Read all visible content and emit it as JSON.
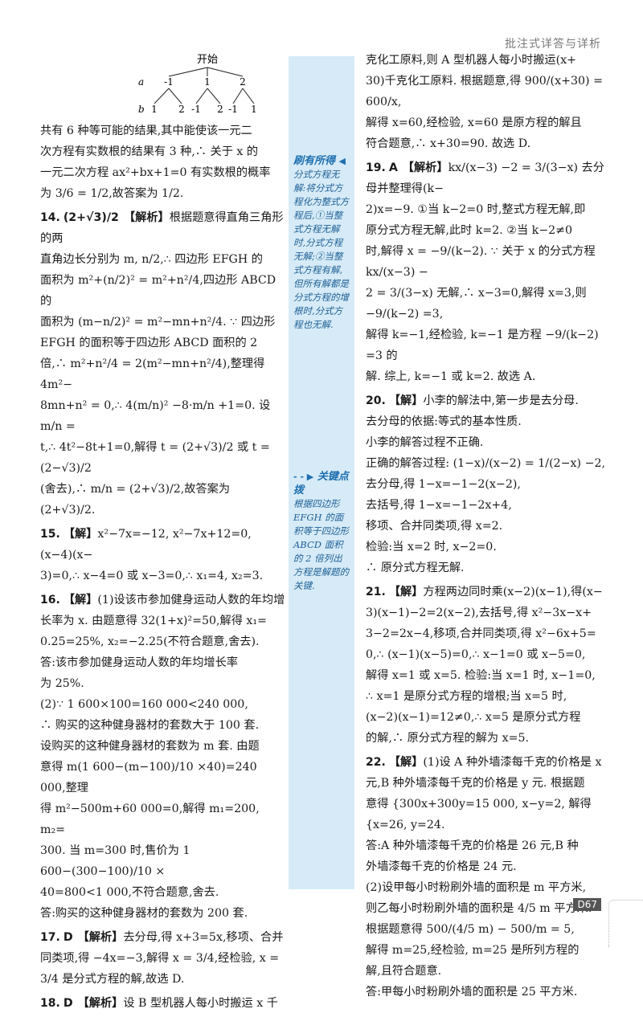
{
  "header": {
    "title": "批注式详答与详析"
  },
  "page_number": "D67",
  "tree": {
    "root": "开始",
    "row_a_label": "a",
    "row_b_label": "b",
    "a_values": [
      "-1",
      "1",
      "2"
    ],
    "b_values": [
      "1",
      "2",
      "-1",
      "2",
      "-1",
      "1"
    ]
  },
  "left": {
    "p13_tail": [
      "共有 6 种等可能的结果,其中能使该一元二",
      "次方程有实数根的结果有 3 种,∴ 关于 x 的",
      "一元二次方程 ax²+bx+1=0 有实数根的概率",
      "为 3/6 = 1/2,故答案为 1/2."
    ],
    "q14": {
      "num": "14.",
      "answer": "(2+√3)/2",
      "tag": "【解析】",
      "lines": [
        "根据题意得直角三角形的两",
        "直角边长分别为 m, n/2,∴ 四边形 EFGH 的",
        "面积为 m²+(n/2)² = m²+n²/4,四边形 ABCD 的",
        "面积为 (m−n/2)² = m²−mn+n²/4. ∵ 四边形",
        "EFGH 的面积等于四边形 ABCD 面积的 2",
        "倍,∴ m²+n²/4 = 2(m²−mn+n²/4),整理得 4m²−",
        "8mn+n² = 0,∴ 4(m/n)² −8·m/n +1=0. 设 m/n =",
        "t,∴ 4t²−8t+1=0,解得 t = (2+√3)/2 或 t = (2−√3)/2",
        "(舍去),∴ m/n = (2+√3)/2,故答案为 (2+√3)/2."
      ]
    },
    "q15": {
      "num": "15.",
      "tag": "【解】",
      "lines": [
        "x²−7x=−12, x²−7x+12=0, (x−4)(x−",
        "3)=0,∴ x−4=0 或 x−3=0,∴ x₁=4, x₂=3."
      ]
    },
    "q16": {
      "num": "16.",
      "tag": "【解】",
      "lines": [
        "(1)设该市参加健身运动人数的年均增",
        "长率为 x. 由题意得 32(1+x)²=50,解得 x₁=",
        "0.25=25%, x₂=−2.25(不符合题意,舍去).",
        "答:该市参加健身运动人数的年均增长率",
        "为 25%.",
        "(2)∵ 1 600×100=160 000<240 000,",
        "∴ 购买的这种健身器材的套数大于 100 套.",
        "设购买的这种健身器材的套数为 m 套. 由题",
        "意得 m(1 600−(m−100)/10 ×40)=240 000,整理",
        "得 m²−500m+60 000=0,解得 m₁=200, m₂=",
        "300. 当 m=300 时,售价为 1 600−(300−100)/10 ×",
        "40=800<1 000,不符合题意,舍去.",
        "答:购买的这种健身器材的套数为 200 套."
      ]
    },
    "q17": {
      "num": "17.",
      "answer": "D",
      "tag": "【解析】",
      "lines": [
        "去分母,得 x+3=5x,移项、合并",
        "同类项,得 −4x=−3,解得 x = 3/4,经检验, x =",
        "3/4 是分式方程的解,故选 D."
      ]
    },
    "q18": {
      "num": "18.",
      "answer": "D",
      "tag": "【解析】",
      "lines": [
        "设 B 型机器人每小时搬运 x 千"
      ]
    }
  },
  "side": {
    "note1_title": "刷有所得",
    "note1_text": "分式方程无解:将分式方程化为整式方程后,①当整式方程无解时,分式方程无解;②当整式方程有解,但所有解都是分式方程的增根时,分式方程也无解.",
    "note2_title": "关键点拨",
    "note2_text": "根据四边形 EFGH 的面积等于四边形 ABCD 面积的 2 倍列出方程是解题的关键."
  },
  "right": {
    "q18_tail": [
      "克化工原料,则 A 型机器人每小时搬运(x+",
      "30)千克化工原料. 根据题意,得 900/(x+30) = 600/x,",
      "解得 x=60,经检验, x=60 是原方程的解且",
      "符合题意,∴ x+30=90. 故选 D."
    ],
    "q19": {
      "num": "19.",
      "answer": "A",
      "tag": "【解析】",
      "lines": [
        "kx/(x−3) −2 = 3/(3−x) 去分母并整理得(k−",
        "2)x=−9. ①当 k−2=0 时,整式方程无解,即",
        "原分式方程无解,此时 k=2. ②当 k−2≠0",
        "时,解得 x = −9/(k−2). ∵ 关于 x 的分式方程 kx/(x−3) −",
        "2 = 3/(3−x) 无解,∴ x−3=0,解得 x=3,则 −9/(k−2) =3,",
        "解得 k=−1,经检验, k=−1 是方程 −9/(k−2) =3 的",
        "解. 综上, k=−1 或 k=2. 故选 A."
      ]
    },
    "q20": {
      "num": "20.",
      "tag": "【解】",
      "lines": [
        "小李的解法中,第一步是去分母.",
        "去分母的依据:等式的基本性质.",
        "小李的解答过程不正确.",
        "正确的解答过程: (1−x)/(x−2) = 1/(2−x) −2,",
        "去分母,得 1−x=−1−2(x−2),",
        "去括号,得 1−x=−1−2x+4,",
        "移项、合并同类项,得 x=2.",
        "检验:当 x=2 时, x−2=0.",
        "∴ 原分式方程无解."
      ]
    },
    "q21": {
      "num": "21.",
      "tag": "【解】",
      "lines": [
        "方程两边同时乘(x−2)(x−1),得(x−",
        "3)(x−1)−2=2(x−2),去括号,得 x²−3x−x+",
        "3−2=2x−4,移项,合并同类项,得 x²−6x+5=",
        "0,∴ (x−1)(x−5)=0,∴ x−1=0 或 x−5=0,",
        "解得 x=1 或 x=5. 检验:当 x=1 时, x−1=0,",
        "∴ x=1 是原分式方程的增根;当 x=5 时,",
        "(x−2)(x−1)=12≠0,∴ x=5 是原分式方程",
        "的解,∴ 原分式方程的解为 x=5."
      ]
    },
    "q22": {
      "num": "22.",
      "tag": "【解】",
      "lines": [
        "(1)设 A 种外墙漆每千克的价格是 x",
        "元,B 种外墙漆每千克的价格是 y 元. 根据题",
        "意得 {300x+300y=15 000, x−y=2, 解得 {x=26, y=24.",
        "答:A 种外墙漆每千克的价格是 26 元,B 种",
        "外墙漆每千克的价格是 24 元.",
        "(2)设甲每小时粉刷外墙的面积是 m 平方米,",
        "则乙每小时粉刷外墙的面积是 4/5 m 平方米.",
        "根据题意得 500/(4/5 m) − 500/m = 5,",
        "解得 m=25,经检验, m=25 是所列方程的",
        "解,且符合题意.",
        "答:甲每小时粉刷外墙的面积是 25 平方米."
      ]
    }
  }
}
